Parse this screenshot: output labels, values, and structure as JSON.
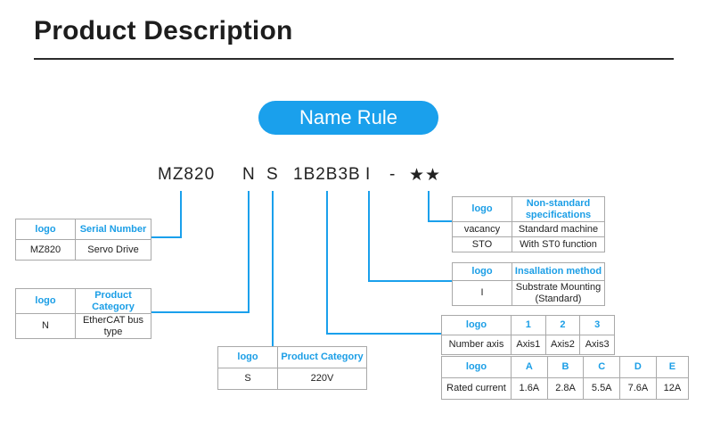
{
  "heading": "Product Description",
  "name_rule": "Name Rule",
  "code": {
    "c1": "MZ820",
    "c2": "N",
    "c3": "S",
    "c4": "1B2B3B",
    "c5": "I",
    "c6": "-",
    "c7": "★★"
  },
  "serial": {
    "h1": "logo",
    "h2": "Serial Number",
    "v1": "MZ820",
    "v2": "Servo Drive"
  },
  "category_n": {
    "h1": "logo",
    "h2": "Product Category",
    "v1": "N",
    "v2": "EtherCAT bus type"
  },
  "category_s": {
    "h1": "logo",
    "h2": "Product Category",
    "v1": "S",
    "v2": "220V"
  },
  "nonstd": {
    "h1": "logo",
    "h2": "Non-standard specifications",
    "r1c1": "vacancy",
    "r1c2": "Standard machine",
    "r2c1": "STO",
    "r2c2": "With ST0 function"
  },
  "install": {
    "h1": "logo",
    "h2": "Insallation method",
    "v1": "I",
    "v2": "Substrate Mounting (Standard)"
  },
  "axis": {
    "h": "logo",
    "c": [
      "1",
      "2",
      "3"
    ],
    "label": "Number axis",
    "v": [
      "Axis1",
      "Axis2",
      "Axis3"
    ]
  },
  "current": {
    "h": "logo",
    "c": [
      "A",
      "B",
      "C",
      "D",
      "E"
    ],
    "label": "Rated current",
    "v": [
      "1.6A",
      "2.8A",
      "5.5A",
      "7.6A",
      "12A"
    ]
  },
  "colors": {
    "accent": "#1aa0ec",
    "header_text": "#1b9ee6",
    "line": "#1aa0ec"
  }
}
